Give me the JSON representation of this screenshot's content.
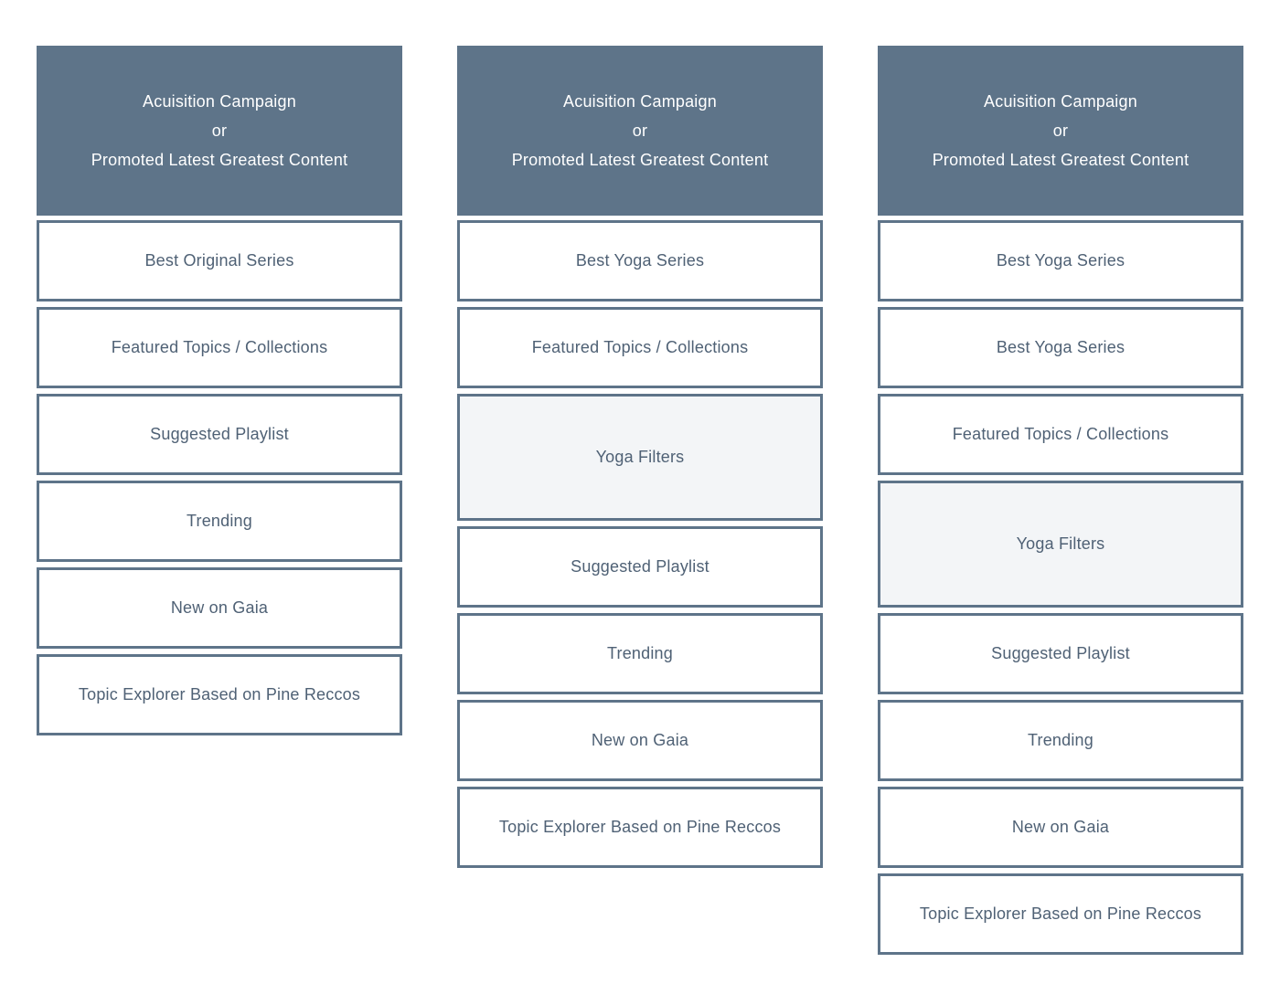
{
  "columns": [
    {
      "hero": {
        "line1": "Acuisition Campaign",
        "line2": "or",
        "line3": "Promoted Latest Greatest Content"
      },
      "modules": [
        {
          "label": "Best Original Series",
          "highlight": false
        },
        {
          "label": "Featured Topics / Collections",
          "highlight": false
        },
        {
          "label": "Suggested Playlist",
          "highlight": false
        },
        {
          "label": "Trending",
          "highlight": false
        },
        {
          "label": "New on Gaia",
          "highlight": false
        },
        {
          "label": "Topic Explorer Based on Pine Reccos",
          "highlight": false
        }
      ]
    },
    {
      "hero": {
        "line1": "Acuisition Campaign",
        "line2": "or",
        "line3": "Promoted Latest Greatest Content"
      },
      "modules": [
        {
          "label": "Best Yoga Series",
          "highlight": false
        },
        {
          "label": "Featured Topics / Collections",
          "highlight": false
        },
        {
          "label": "Yoga Filters",
          "highlight": true
        },
        {
          "label": "Suggested Playlist",
          "highlight": false
        },
        {
          "label": "Trending",
          "highlight": false
        },
        {
          "label": "New on Gaia",
          "highlight": false
        },
        {
          "label": "Topic Explorer Based on Pine Reccos",
          "highlight": false
        }
      ]
    },
    {
      "hero": {
        "line1": "Acuisition Campaign",
        "line2": "or",
        "line3": "Promoted Latest Greatest Content"
      },
      "modules": [
        {
          "label": "Best Yoga Series",
          "highlight": false
        },
        {
          "label": "Best Yoga Series",
          "highlight": false
        },
        {
          "label": "Featured Topics / Collections",
          "highlight": false
        },
        {
          "label": "Yoga Filters",
          "highlight": true
        },
        {
          "label": "Suggested Playlist",
          "highlight": false
        },
        {
          "label": "Trending",
          "highlight": false
        },
        {
          "label": "New on Gaia",
          "highlight": false
        },
        {
          "label": "Topic Explorer Based on Pine Reccos",
          "highlight": false
        }
      ]
    }
  ]
}
